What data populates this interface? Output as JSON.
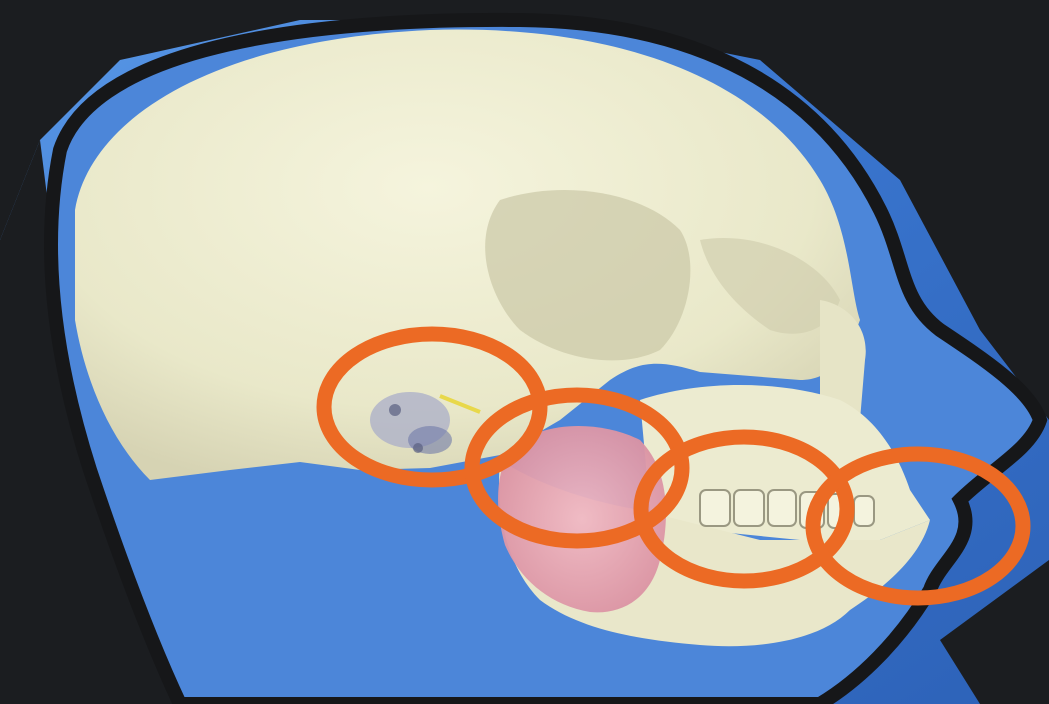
{
  "colors": {
    "background_blue": "#3f7fd6",
    "background_dark": "#1b1d20",
    "head_silhouette_blue": "#4d86da",
    "head_outline_dark": "#161719",
    "skull_bone": "#eeeed2",
    "skull_shadow": "#c9c6a8",
    "soft_tissue_pink": "#e8a6b4",
    "highlight_ring_orange": "#ec6a24",
    "nerve_yellow": "#e8d84a"
  },
  "highlight_rings": [
    {
      "region": "ear-joint"
    },
    {
      "region": "jaw-muscle"
    },
    {
      "region": "molars"
    },
    {
      "region": "front-teeth"
    }
  ]
}
